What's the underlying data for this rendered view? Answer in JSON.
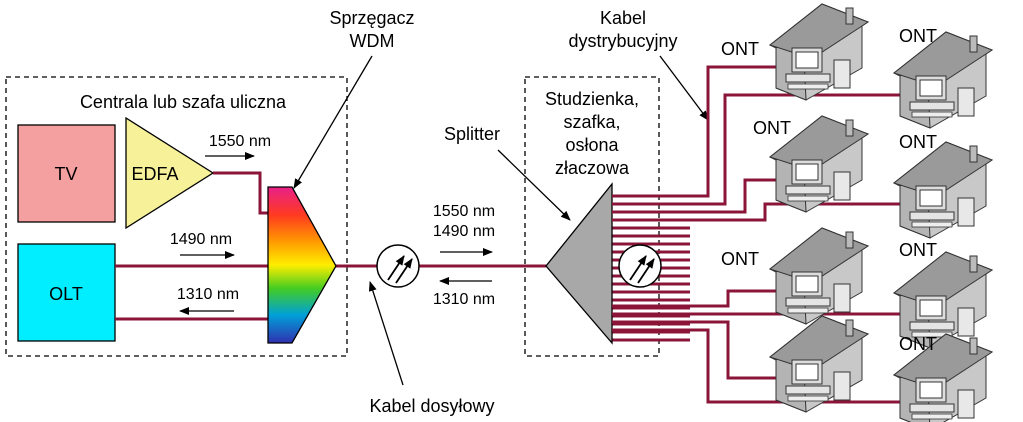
{
  "labels": {
    "central_office": "Centrala lub szafa uliczna",
    "tv": "TV",
    "edfa": "EDFA",
    "olt": "OLT",
    "wdm_line1": "Sprzęgacz",
    "wdm_line2": "WDM",
    "wl_1550_top": "1550 nm",
    "wl_1490_left": "1490 nm",
    "wl_1310_left": "1310 nm",
    "wl_1550_mid": "1550 nm",
    "wl_1490_mid": "1490 nm",
    "wl_1310_mid": "1310 nm",
    "feeder_cable": "Kabel dosyłowy",
    "splitter": "Splitter",
    "cabinet_line1": "Studzienka,",
    "cabinet_line2": "szafka,",
    "cabinet_line3": "osłona",
    "cabinet_line4": "złaczowa",
    "distribution_line1": "Kabel",
    "distribution_line2": "dystrybucyjny",
    "ont": "ONT"
  },
  "houses": [
    {
      "ont_label": "ONT"
    },
    {
      "ont_label": "ONT"
    },
    {
      "ont_label": "ONT"
    },
    {
      "ont_label": "ONT"
    },
    {
      "ont_label": "ONT"
    },
    {
      "ont_label": "ONT"
    },
    {
      "ont_label": "ONT"
    },
    {
      "ont_label": ""
    }
  ],
  "colors": {
    "fiber": "#8b1538",
    "tv_box": "#f4a0a0",
    "edfa": "#f7f29a",
    "olt_box": "#00eeff",
    "splitter": "#a8a8a8",
    "house_wall": "#c8c8c8",
    "house_roof": "#9a9a9a"
  }
}
